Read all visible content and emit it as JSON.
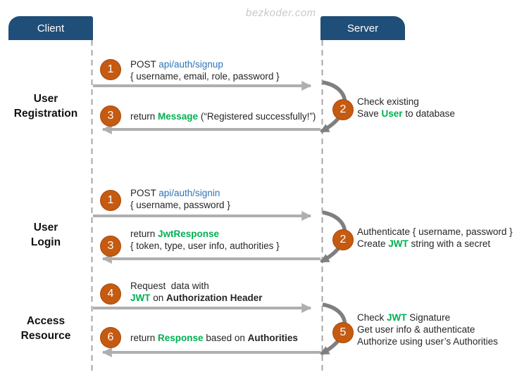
{
  "watermark": "bezkoder.com",
  "actors": {
    "client": "Client",
    "server": "Server"
  },
  "colors": {
    "actor_bg": "#1F4E79",
    "step_circle": "#C55A11",
    "keyword_green": "#00B050",
    "endpoint_blue": "#2E75B6",
    "arrow_gray": "#AFAFAF",
    "self_arrow_gray": "#7F7F7F",
    "lifeline_gray": "#A6A6A6"
  },
  "sections": {
    "registration": {
      "label1": "User",
      "label2": "Registration",
      "request": {
        "num": "1",
        "l1a": "POST ",
        "l1b": "api/auth/signup",
        "l2": "{ username, email, role, password }"
      },
      "server": {
        "num": "2",
        "l1": "Check existing",
        "l2a": "Save ",
        "l2b": "User",
        "l2c": " to database"
      },
      "response": {
        "num": "3",
        "l1a": "return ",
        "l1b": "Message",
        "l1c": " (“Registered successfully!”)"
      }
    },
    "login": {
      "label1": "User",
      "label2": "Login",
      "request": {
        "num": "1",
        "l1a": "POST ",
        "l1b": "api/auth/signin",
        "l2": "{ username, password }"
      },
      "server": {
        "num": "2",
        "l1": "Authenticate { username, password }",
        "l2a": "Create ",
        "l2b": "JWT",
        "l2c": " string with a secret"
      },
      "response": {
        "num": "3",
        "l1a": "return ",
        "l1b": "JwtResponse",
        "l2": "{ token, type, user info, authorities }"
      }
    },
    "access": {
      "label1": "Access",
      "label2": "Resource",
      "request": {
        "num": "4",
        "l1": "Request  data with",
        "l2a": "JWT",
        "l2b": " on ",
        "l2c": "Authorization Header"
      },
      "server": {
        "num": "5",
        "l1a": "Check ",
        "l1b": "JWT",
        "l1c": " Signature",
        "l2": "Get user info & authenticate",
        "l3": "Authorize using user’s Authorities"
      },
      "response": {
        "num": "6",
        "l1a": "return ",
        "l1b": "Response",
        "l1c": " based on ",
        "l1d": "Authorities"
      }
    }
  }
}
